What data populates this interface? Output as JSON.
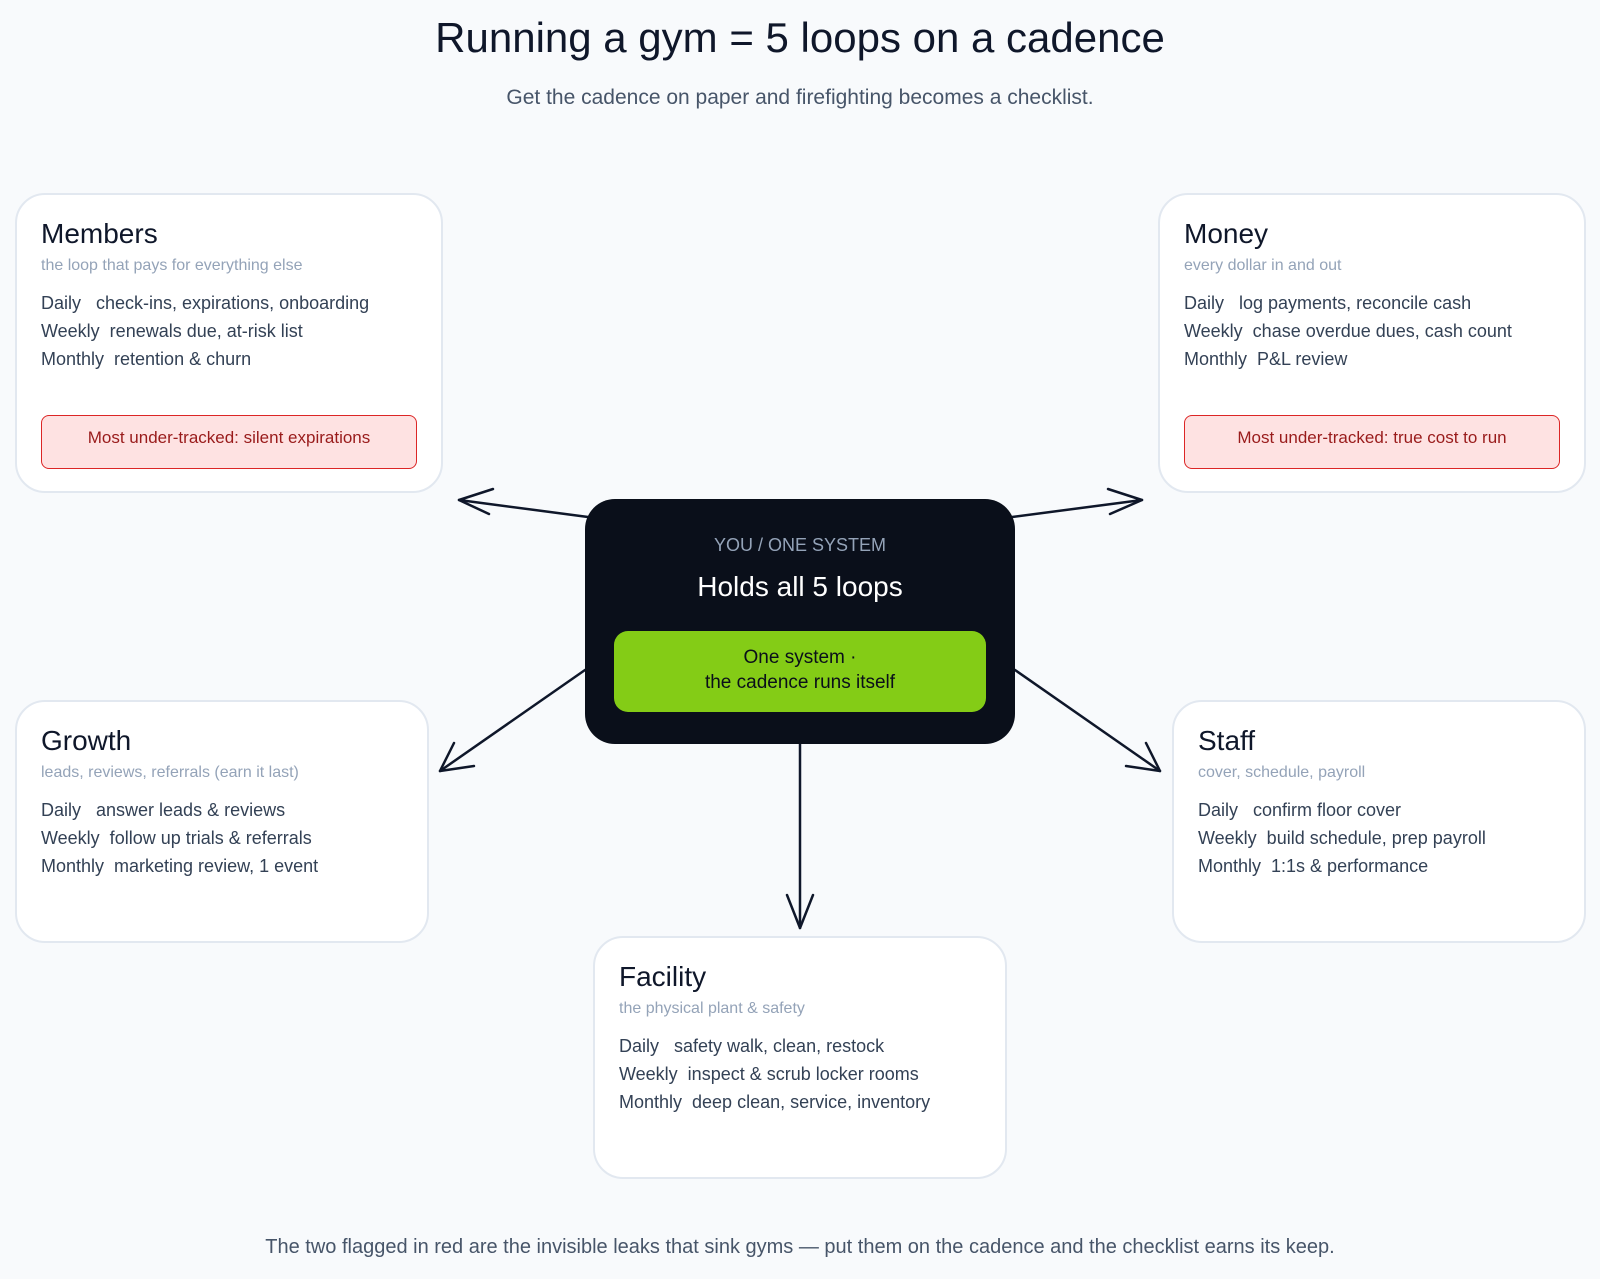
{
  "header": {
    "title": "Running a gym = 5 loops on a cadence",
    "subtitle": "Get the cadence on paper and firefighting becomes a checklist."
  },
  "hub": {
    "kicker": "YOU / ONE SYSTEM",
    "title": "Holds all 5 loops",
    "pill_line1": "One system ·",
    "pill_line2": "the cadence runs itself"
  },
  "loops": {
    "members": {
      "title": "Members",
      "subtitle": "the loop that pays for everything else",
      "rows": [
        "Daily   check-ins, expirations, onboarding",
        "Weekly  renewals due, at-risk list",
        "Monthly  retention & churn"
      ],
      "flag": "Most under-tracked: silent expirations"
    },
    "money": {
      "title": "Money",
      "subtitle": "every dollar in and out",
      "rows": [
        "Daily   log payments, reconcile cash",
        "Weekly  chase overdue dues, cash count",
        "Monthly  P&L review"
      ],
      "flag": "Most under-tracked: true cost to run"
    },
    "growth": {
      "title": "Growth",
      "subtitle": "leads, reviews, referrals  (earn it last)",
      "rows": [
        "Daily   answer leads & reviews",
        "Weekly  follow up trials & referrals",
        "Monthly  marketing review, 1 event"
      ]
    },
    "staff": {
      "title": "Staff",
      "subtitle": "cover, schedule, payroll",
      "rows": [
        "Daily   confirm floor cover",
        "Weekly  build schedule, prep payroll",
        "Monthly  1:1s & performance"
      ]
    },
    "facility": {
      "title": "Facility",
      "subtitle": "the physical plant & safety",
      "rows": [
        "Daily   safety walk, clean, restock",
        "Weekly  inspect & scrub locker rooms",
        "Monthly  deep clean, service, inventory"
      ]
    }
  },
  "footer": {
    "note": "The two flagged in red are the invisible leaks that sink gyms — put them on the cadence and the checklist earns its keep."
  },
  "colors": {
    "background": "#f8fafc",
    "hub": "#0a0f1a",
    "accent_green": "#84cc16",
    "flag_fill": "#fee2e2",
    "flag_border": "#dc2626",
    "arrow": "#0f172a"
  }
}
